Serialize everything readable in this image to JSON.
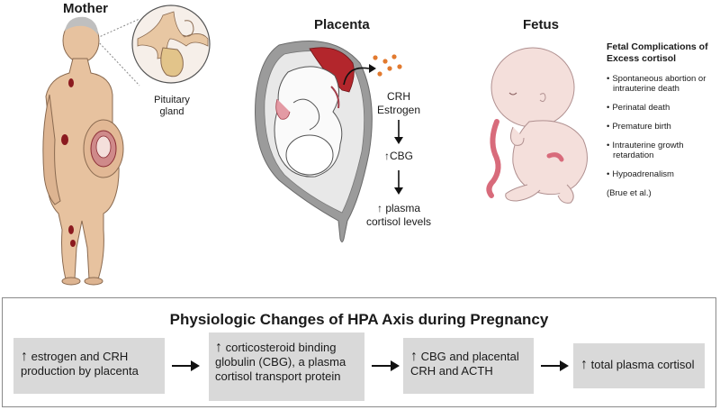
{
  "labels": {
    "mother": "Mother",
    "placenta": "Placenta",
    "fetus": "Fetus",
    "pituitary": "Pituitary\ngland"
  },
  "placenta_flow": {
    "step1_line1": "CRH",
    "step1_line2": "Estrogen",
    "step2": "CBG",
    "step3_line1": "plasma",
    "step3_line2": "cortisol levels",
    "up_symbol": "↑"
  },
  "complications": {
    "title_line1": "Fetal Complications of",
    "title_line2": "Excess cortisol",
    "items": [
      "Spontaneous abortion or intrauterine death",
      "Perinatal death",
      "Premature birth",
      "Intrauterine growth retardation",
      "Hypoadrenalism"
    ],
    "citation": "(Brue et al.)"
  },
  "hpa_panel": {
    "title": "Physiologic Changes of HPA Axis during Pregnancy",
    "boxes": [
      "estrogen and CRH production by placenta",
      "corticosteroid binding globulin (CBG), a plasma cortisol transport protein",
      "CBG and placental CRH and ACTH",
      "total plasma cortisol"
    ]
  },
  "colors": {
    "skin": "#e7c29f",
    "skin_dark": "#c9a07e",
    "fetus_skin": "#f4dfdb",
    "placenta_red": "#b3262c",
    "uterus_gray": "#9b9b9b",
    "cord_pink": "#d86b7b",
    "hormone_orange": "#e27a2f",
    "box_gray": "#d9d9d9"
  }
}
